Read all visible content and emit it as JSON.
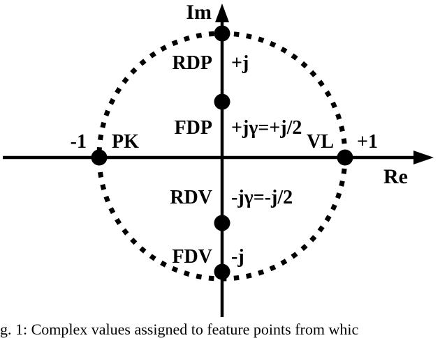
{
  "diagram": {
    "im_label": "Im",
    "re_label": "Re",
    "stroke_color": "#000000",
    "background_color": "#ffffff"
  },
  "points": {
    "rdp": {
      "label": "RDP",
      "value": "+j"
    },
    "fdp": {
      "label": "FDP",
      "value": "+jγ=+j/2"
    },
    "pk": {
      "label": "PK",
      "value": "-1"
    },
    "vl": {
      "label": "VL",
      "value": "+1"
    },
    "rdv": {
      "label": "RDV",
      "value": "-jγ=-j/2"
    },
    "fdv": {
      "label": "FDV",
      "value": "-j"
    }
  },
  "caption": "g. 1: Complex values assigned to feature points from whic"
}
